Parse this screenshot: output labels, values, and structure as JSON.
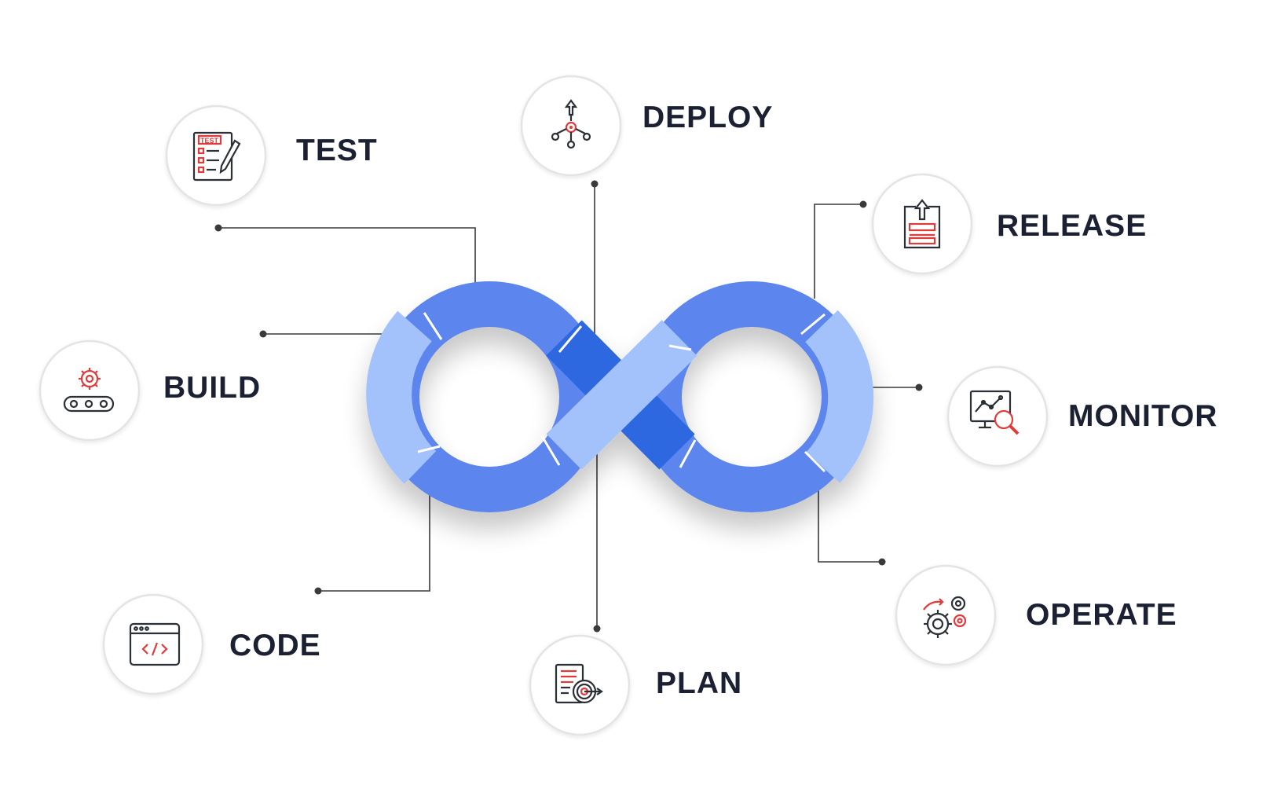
{
  "colors": {
    "loop_dark": "#5b86ee",
    "loop_light": "#a3c2fb",
    "loop_cross": "#2d67e0",
    "icon_red": "#e23a3a",
    "icon_dark": "#2b2f36",
    "connector": "#3a3a3a",
    "circle_border": "#e4e4e4",
    "label": "#1b2133"
  },
  "stages": [
    {
      "id": "plan",
      "label": "PLAN",
      "icon": "plan-target-icon"
    },
    {
      "id": "code",
      "label": "CODE",
      "icon": "code-window-icon"
    },
    {
      "id": "build",
      "label": "BUILD",
      "icon": "build-gear-conveyor-icon"
    },
    {
      "id": "test",
      "label": "TEST",
      "icon": "test-checklist-icon"
    },
    {
      "id": "deploy",
      "label": "DEPLOY",
      "icon": "deploy-network-icon"
    },
    {
      "id": "release",
      "label": "RELEASE",
      "icon": "release-upload-icon"
    },
    {
      "id": "monitor",
      "label": "MONITOR",
      "icon": "monitor-magnifier-icon"
    },
    {
      "id": "operate",
      "label": "OPERATE",
      "icon": "operate-gears-icon"
    }
  ]
}
